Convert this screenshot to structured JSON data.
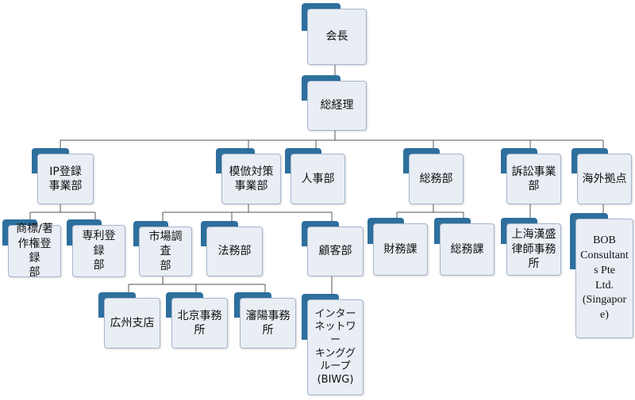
{
  "nodes": {
    "chairman": "会長",
    "president": "総経理",
    "ip_registration": "IP登録\n事業部",
    "trademark_copyright": "商標/著\n作権登録\n部",
    "patent_registration": "専利登録\n部",
    "anti_counterfeit": "模倣対策\n事業部",
    "market_research": "市場調査\n部",
    "guangzhou_branch": "広州支店",
    "beijing_office": "北京事務\n所",
    "shenyang_office": "瀋陽事務\n所",
    "legal": "法務部",
    "customer": "顧客部",
    "biwg": "インター\nネットワー\nキンググ\nループ\n(BIWG)",
    "hr": "人事部",
    "general_affairs": "総務部",
    "finance_section": "財務課",
    "general_affairs_section": "総務課",
    "litigation": "訴訟事業\n部",
    "shanghai_law_firm": "上海漢盛\n律師事務\n所",
    "overseas": "海外拠点",
    "bob_singapore": "BOB\nConsultants Pte\nLtd.\n(Singapore)"
  }
}
